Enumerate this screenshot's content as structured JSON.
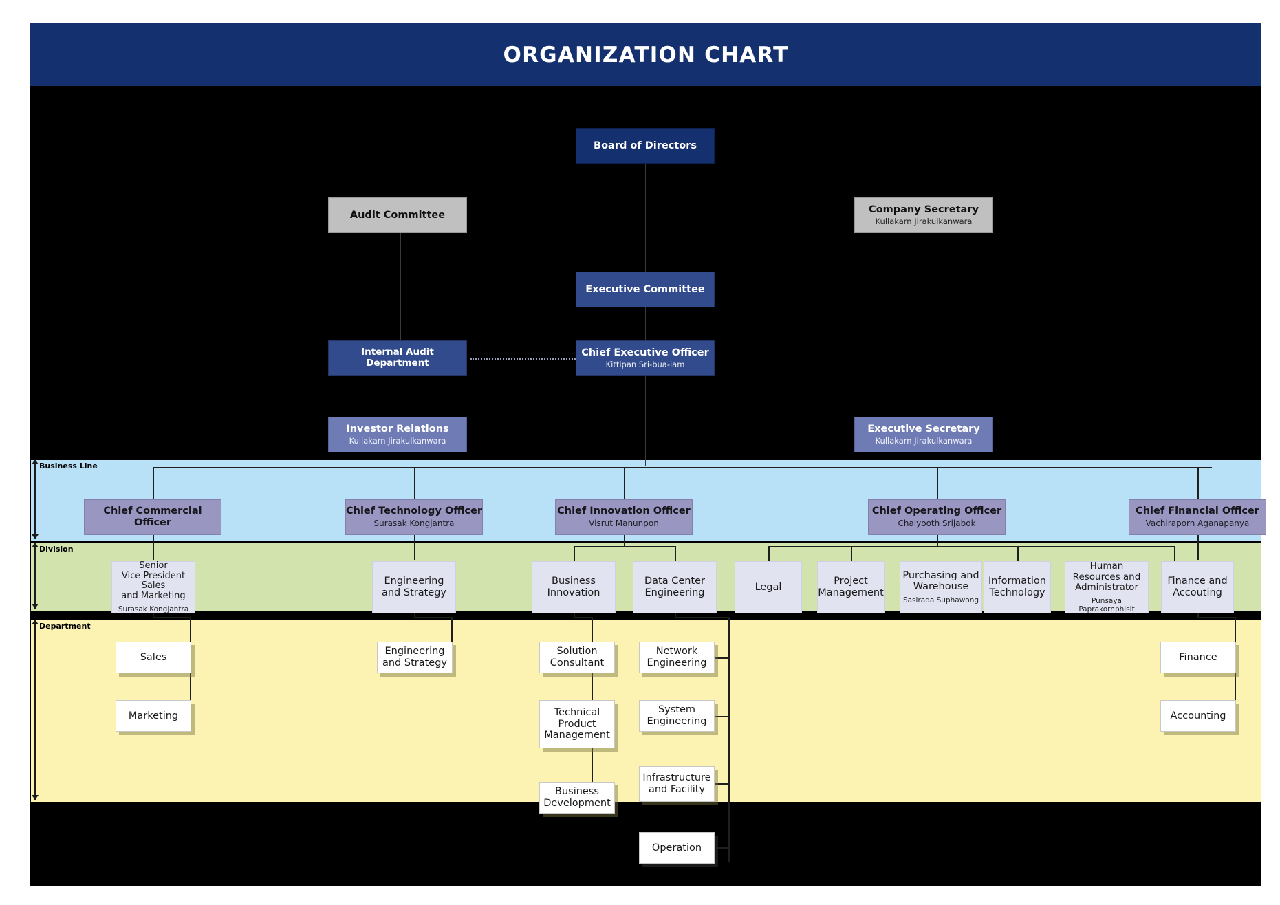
{
  "header": {
    "title": "ORGANIZATION CHART"
  },
  "bands": [
    {
      "id": "business-line",
      "label": "Business Line",
      "color": "#b8e0f7"
    },
    {
      "id": "division",
      "label": "Division",
      "color": "#d3e3ae"
    },
    {
      "id": "department",
      "label": "Department",
      "color": "#fcf3b2"
    }
  ],
  "nodes": {
    "board_of_directors": {
      "title": "Board of Directors",
      "person": ""
    },
    "audit_committee": {
      "title": "Audit Committee",
      "person": ""
    },
    "company_secretary": {
      "title": "Company Secretary",
      "person": "Kullakarn  Jirakulkanwara"
    },
    "executive_committee": {
      "title": "Executive Committee",
      "person": ""
    },
    "internal_audit_department": {
      "title": "Internal Audit Department",
      "person": ""
    },
    "chief_executive_officer": {
      "title": "Chief Executive Officer",
      "person": "Kittipan  Sri-bua-iam"
    },
    "investor_relations": {
      "title": "Investor Relations",
      "person": "Kullakarn  Jirakulkanwara"
    },
    "executive_secretary": {
      "title": "Executive Secretary",
      "person": "Kullakarn  Jirakulkanwara"
    },
    "chief_commercial_officer": {
      "title": "Chief Commercial Officer",
      "person": ""
    },
    "chief_technology_officer": {
      "title": "Chief Technology Officer",
      "person": "Surasak  Kongjantra"
    },
    "chief_innovation_officer": {
      "title": "Chief Innovation Officer",
      "person": "Visrut  Manunpon"
    },
    "chief_operating_officer": {
      "title": "Chief Operating Officer",
      "person": "Chaiyooth  Srijabok"
    },
    "chief_financial_officer": {
      "title": "Chief Financial Officer",
      "person": "Vachiraporn  Aganapanya"
    },
    "svp_sales_marketing": {
      "title": "Senior\nVice President Sales\nand Marketing",
      "person": "Surasak  Kongjantra"
    },
    "div_engineering_strategy": {
      "title": "Engineering\nand Strategy",
      "person": ""
    },
    "div_business_innovation": {
      "title": "Business\nInnovation",
      "person": ""
    },
    "div_data_center_engineering": {
      "title": "Data Center\nEngineering",
      "person": ""
    },
    "div_legal": {
      "title": "Legal",
      "person": ""
    },
    "div_project_management": {
      "title": "Project\nManagement",
      "person": ""
    },
    "div_purchasing_warehouse": {
      "title": "Purchasing and\nWarehouse",
      "person": "Sasirada  Suphawong"
    },
    "div_information_technology": {
      "title": "Information\nTechnology",
      "person": ""
    },
    "div_hr_administrator": {
      "title": "Human\nResources and\nAdministrator",
      "person": "Punsaya  Paprakornphisit"
    },
    "div_finance_accouting": {
      "title": "Finance and\nAccouting",
      "person": ""
    },
    "dept_sales": {
      "title": "Sales",
      "person": ""
    },
    "dept_marketing": {
      "title": "Marketing",
      "person": ""
    },
    "dept_engineering_strategy": {
      "title": "Engineering\nand Strategy",
      "person": ""
    },
    "dept_solution_consultant": {
      "title": "Solution\nConsultant",
      "person": ""
    },
    "dept_technical_product_management": {
      "title": "Technical\nProduct\nManagement",
      "person": ""
    },
    "dept_business_development": {
      "title": "Business\nDevelopment",
      "person": ""
    },
    "dept_network_engineering": {
      "title": "Network\nEngineering",
      "person": ""
    },
    "dept_system_engineering": {
      "title": "System\nEngineering",
      "person": ""
    },
    "dept_infrastructure_facility": {
      "title": "Infrastructure\nand Facility",
      "person": ""
    },
    "dept_operation": {
      "title": "Operation",
      "person": ""
    },
    "dept_finance": {
      "title": "Finance",
      "person": ""
    },
    "dept_accounting": {
      "title": "Accounting",
      "person": ""
    }
  },
  "colors": {
    "header_blue": "#15306e",
    "board_blue": "#15306e",
    "exec_blue": "#324b8c",
    "support_blue": "#6e7bb5",
    "grey_box": "#c0c0c0",
    "chief_purple": "#9a96c2",
    "division_lavender": "#e2e3f1",
    "department_white": "#ffffff",
    "band_business": "#b8e0f7",
    "band_division": "#d3e3ae",
    "band_department": "#fcf3b2",
    "canvas": "#000000"
  }
}
